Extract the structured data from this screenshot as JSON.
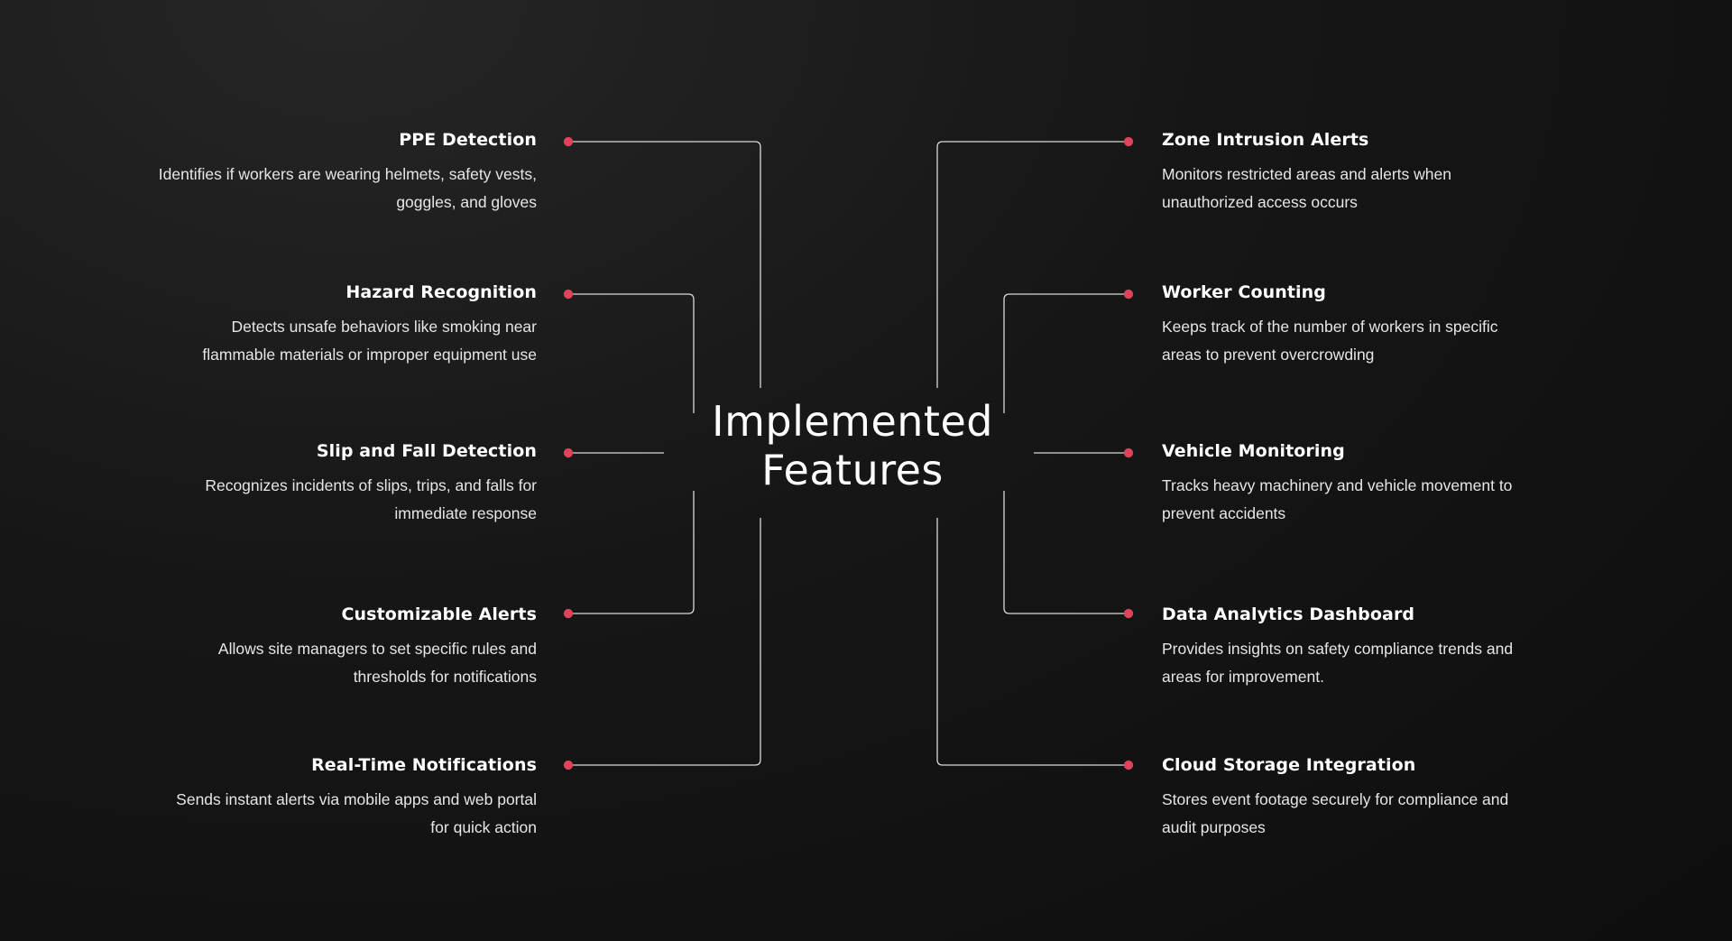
{
  "diagram": {
    "center_title_line1": "Implemented",
    "center_title_line2": "Features",
    "accent_color": "#e0425c",
    "line_color": "#d9d9d9",
    "left_features": [
      {
        "title": "PPE Detection",
        "description": "Identifies if workers are wearing helmets, safety vests, goggles, and gloves"
      },
      {
        "title": "Hazard Recognition",
        "description": "Detects unsafe behaviors like smoking near flammable materials or improper equipment use"
      },
      {
        "title": "Slip and Fall Detection",
        "description": "Recognizes incidents of slips, trips, and falls for immediate response"
      },
      {
        "title": "Customizable Alerts",
        "description": "Allows site managers to set specific rules and thresholds for notifications"
      },
      {
        "title": "Real-Time Notifications",
        "description": "Sends instant alerts via mobile apps and web portal for quick action"
      }
    ],
    "right_features": [
      {
        "title": "Zone Intrusion Alerts",
        "description": "Monitors restricted areas and alerts when unauthorized access occurs"
      },
      {
        "title": "Worker Counting",
        "description": "Keeps track of the number of workers in specific areas to prevent overcrowding"
      },
      {
        "title": "Vehicle Monitoring",
        "description": "Tracks heavy machinery and vehicle movement to prevent accidents"
      },
      {
        "title": "Data Analytics Dashboard",
        "description": "Provides insights on safety compliance trends and areas for improvement."
      },
      {
        "title": "Cloud Storage Integration",
        "description": "Stores event footage securely for compliance and audit purposes"
      }
    ]
  }
}
